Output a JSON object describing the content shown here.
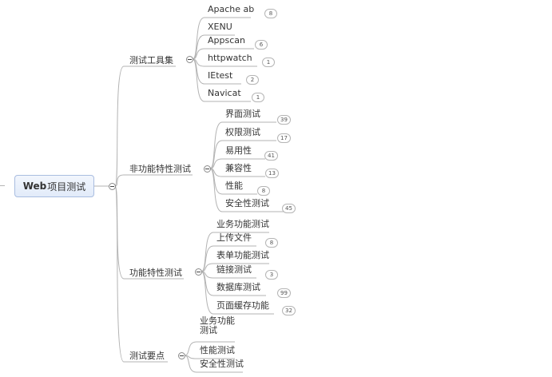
{
  "root": {
    "bold": "Web",
    "rest": "项目测试"
  },
  "branches": [
    {
      "id": "tools",
      "label": "测试工具集",
      "children": [
        {
          "label": "Apache ab",
          "badge": "8"
        },
        {
          "label": "XENU",
          "badge": ""
        },
        {
          "label": "Appscan",
          "badge": "6"
        },
        {
          "label": "httpwatch",
          "badge": "1"
        },
        {
          "label": "IEtest",
          "badge": "2"
        },
        {
          "label": "Navicat",
          "badge": "1"
        }
      ]
    },
    {
      "id": "nonfunc",
      "label": "非功能特性测试",
      "children": [
        {
          "label": "界面测试",
          "badge": "39"
        },
        {
          "label": "权限测试",
          "badge": "17"
        },
        {
          "label": "易用性",
          "badge": "41"
        },
        {
          "label": "兼容性",
          "badge": "13"
        },
        {
          "label": "性能",
          "badge": "8"
        },
        {
          "label": "安全性测试",
          "badge": "45"
        }
      ]
    },
    {
      "id": "func",
      "label": "功能特性测试",
      "children": [
        {
          "label": "业务功能测试",
          "badge": ""
        },
        {
          "label": "上传文件",
          "badge": "8"
        },
        {
          "label": "表单功能测试",
          "badge": ""
        },
        {
          "label": "链接测试",
          "badge": "3"
        },
        {
          "label": "数据库测试",
          "badge": "99"
        },
        {
          "label": "页面缓存功能",
          "badge": "32"
        }
      ]
    },
    {
      "id": "points",
      "label": "测试要点",
      "children": [
        {
          "label": "业务功能测试",
          "badge": ""
        },
        {
          "label": "性能测试",
          "badge": ""
        },
        {
          "label": "安全性测试",
          "badge": ""
        }
      ]
    }
  ]
}
